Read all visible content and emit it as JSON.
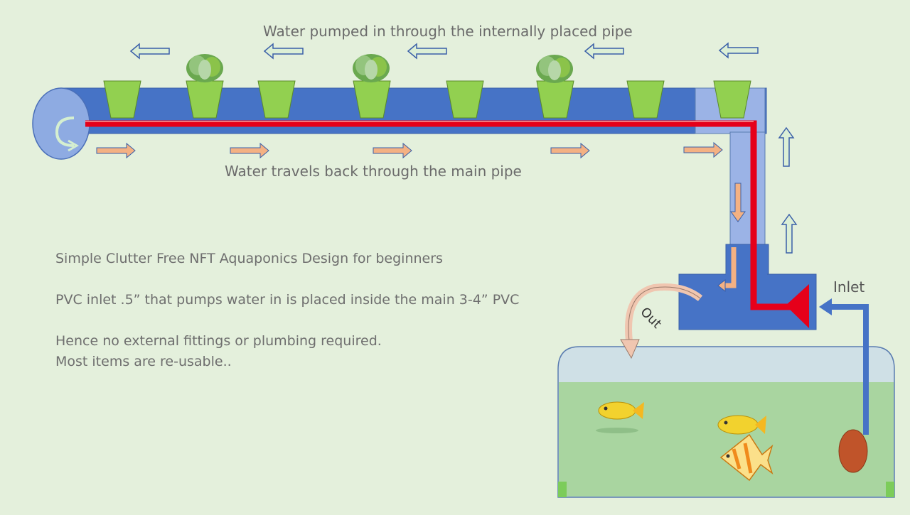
{
  "labels": {
    "top": "Water pumped in through the internally placed  pipe",
    "back": "Water travels back through the main pipe",
    "inlet": "Inlet",
    "out": "Out"
  },
  "description": {
    "line1": "Simple Clutter Free NFT Aquaponics Design for beginners",
    "line2": "PVC inlet .5” that pumps water in is placed inside the main 3-4” PVC",
    "line3": "Hence no external fittings or plumbing required.",
    "line4": "Most items are re-usable.."
  },
  "colors": {
    "background": "#e4f0dc",
    "main_pipe": "#4673c6",
    "pipe_light": "#9bb3e6",
    "inner_pipe": "#e6001a",
    "net_pot": "#92d050",
    "tank_water": "#a9d5a0",
    "arrow_flow": "#f4b183"
  }
}
